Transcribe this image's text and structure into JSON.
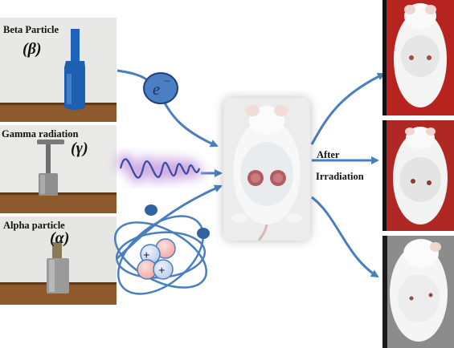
{
  "sources": [
    {
      "name": "Beta Particle",
      "symbol": "(β)"
    },
    {
      "name": "Gamma radiation",
      "symbol": "(γ)"
    },
    {
      "name": "Alpha particle",
      "symbol": "(α)"
    }
  ],
  "electron_label": "e",
  "electron_charge": "−",
  "proton_sign": "+",
  "outcome_labels": {
    "line1": "After",
    "line2": "Irradiation"
  },
  "colors": {
    "arrow": "#4a7fbf",
    "electron_fill": "#4a7fc4",
    "electron_stroke": "#1f3f74",
    "wave": "#3a4aa0",
    "wave_glow": "#c9a3e0",
    "proton_fill": "#f3b4b0",
    "neutron_fill": "#c7d6ef"
  }
}
